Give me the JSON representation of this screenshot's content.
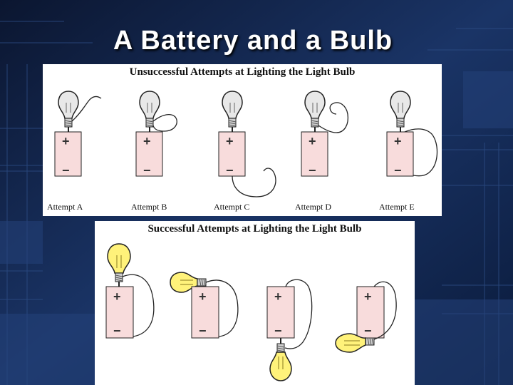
{
  "slide": {
    "title": "A Battery and a Bulb"
  },
  "unsuccessful": {
    "heading": "Unsuccessful Attempts at Lighting the Light Bulb",
    "attempts": [
      {
        "label": "Attempt A"
      },
      {
        "label": "Attempt B"
      },
      {
        "label": "Attempt C"
      },
      {
        "label": "Attempt D"
      },
      {
        "label": "Attempt E"
      }
    ]
  },
  "successful": {
    "heading": "Successful Attempts at Lighting the Light Bulb"
  },
  "battery": {
    "plus": "+",
    "minus": "−"
  },
  "colors": {
    "background": "#0a1a38",
    "battery_fill": "#f8dcdc",
    "bulb_unlit": "#e8e8e8",
    "bulb_lit": "#fff27a",
    "wire": "#222222"
  }
}
